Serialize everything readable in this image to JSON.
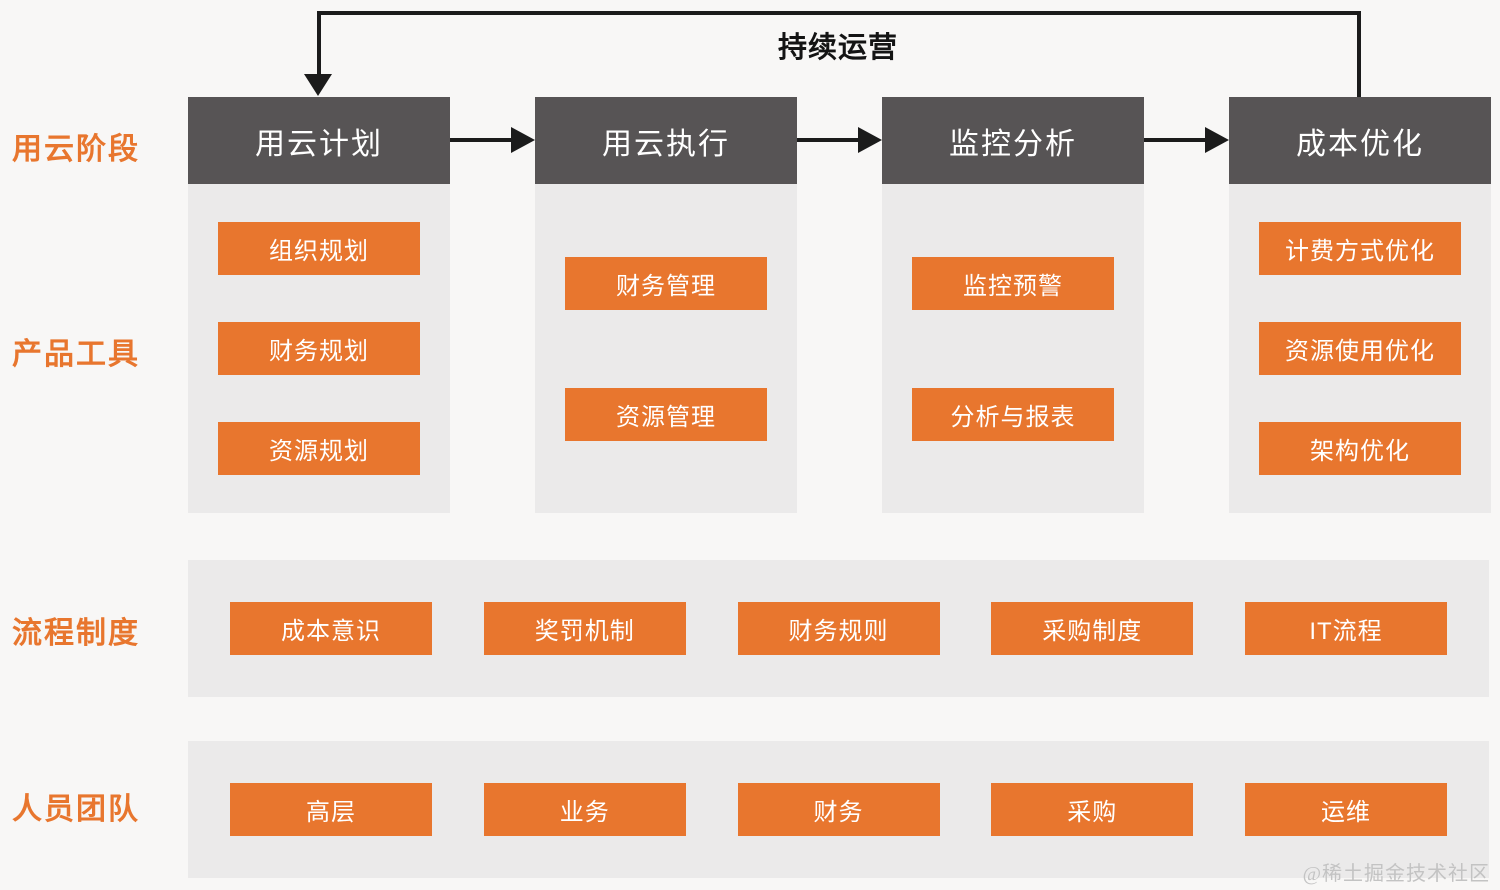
{
  "loop_label": "持续运营",
  "row_labels": {
    "stages": "用云阶段",
    "products": "产品工具",
    "process": "流程制度",
    "team": "人员团队"
  },
  "stages": [
    {
      "name": "用云计划",
      "tools": [
        "组织规划",
        "财务规划",
        "资源规划"
      ]
    },
    {
      "name": "用云执行",
      "tools": [
        "财务管理",
        "资源管理"
      ]
    },
    {
      "name": "监控分析",
      "tools": [
        "监控预警",
        "分析与报表"
      ]
    },
    {
      "name": "成本优化",
      "tools": [
        "计费方式优化",
        "资源使用优化",
        "架构优化"
      ]
    }
  ],
  "process_items": [
    "成本意识",
    "奖罚机制",
    "财务规则",
    "采购制度",
    "IT流程"
  ],
  "team_items": [
    "高层",
    "业务",
    "财务",
    "采购",
    "运维"
  ],
  "watermark": "@稀土掘金技术社区",
  "colors": {
    "accent_orange": "#e8762e",
    "header_dark": "#575455",
    "panel_gray": "#ebeaea",
    "line_black": "#1b1b1b",
    "background": "#f8f7f6"
  }
}
